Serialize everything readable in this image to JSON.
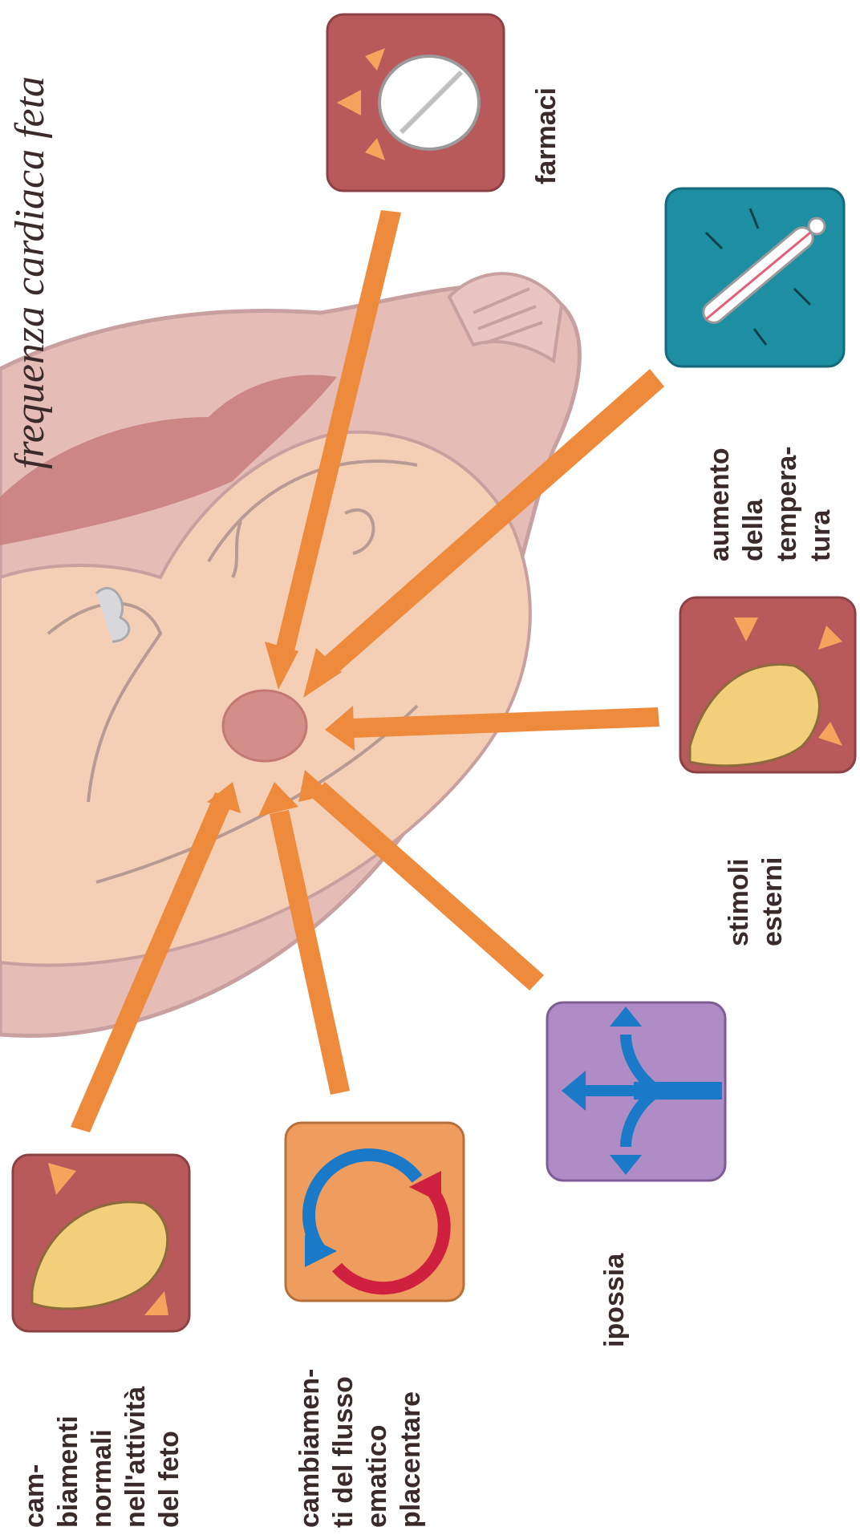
{
  "title": "frequenza cardiaca feta",
  "factors": {
    "farmaci": [
      "farmaci"
    ],
    "temperatura": [
      "aumento",
      "della",
      "tempera-",
      "tura"
    ],
    "stimoli": [
      "stimoli",
      "esterni"
    ],
    "ipossia": [
      "ipossia"
    ],
    "flusso": [
      "cambiamen-",
      "ti del flusso",
      "ematico",
      "placentare"
    ],
    "attivita": [
      "cam-",
      "biamenti",
      "normali",
      "nell'attività",
      "del feto"
    ]
  },
  "icons": {
    "farmaci": "pill-icon",
    "temperatura": "thermometer-icon",
    "stimoli": "fetus-stimuli-icon",
    "ipossia": "branching-arrow-icon",
    "flusso": "circular-arrows-icon",
    "attivita": "fetus-activity-icon"
  },
  "colors": {
    "arrow": "#ee8a3c",
    "tile_red": "#b85a5c",
    "tile_teal": "#1e8ea2",
    "tile_purple": "#b08cc6",
    "tile_orange": "#ee9d5e",
    "uterus": "#e3b8b3",
    "fetus": "#f5d0b8",
    "heart": "#d48e8a"
  }
}
